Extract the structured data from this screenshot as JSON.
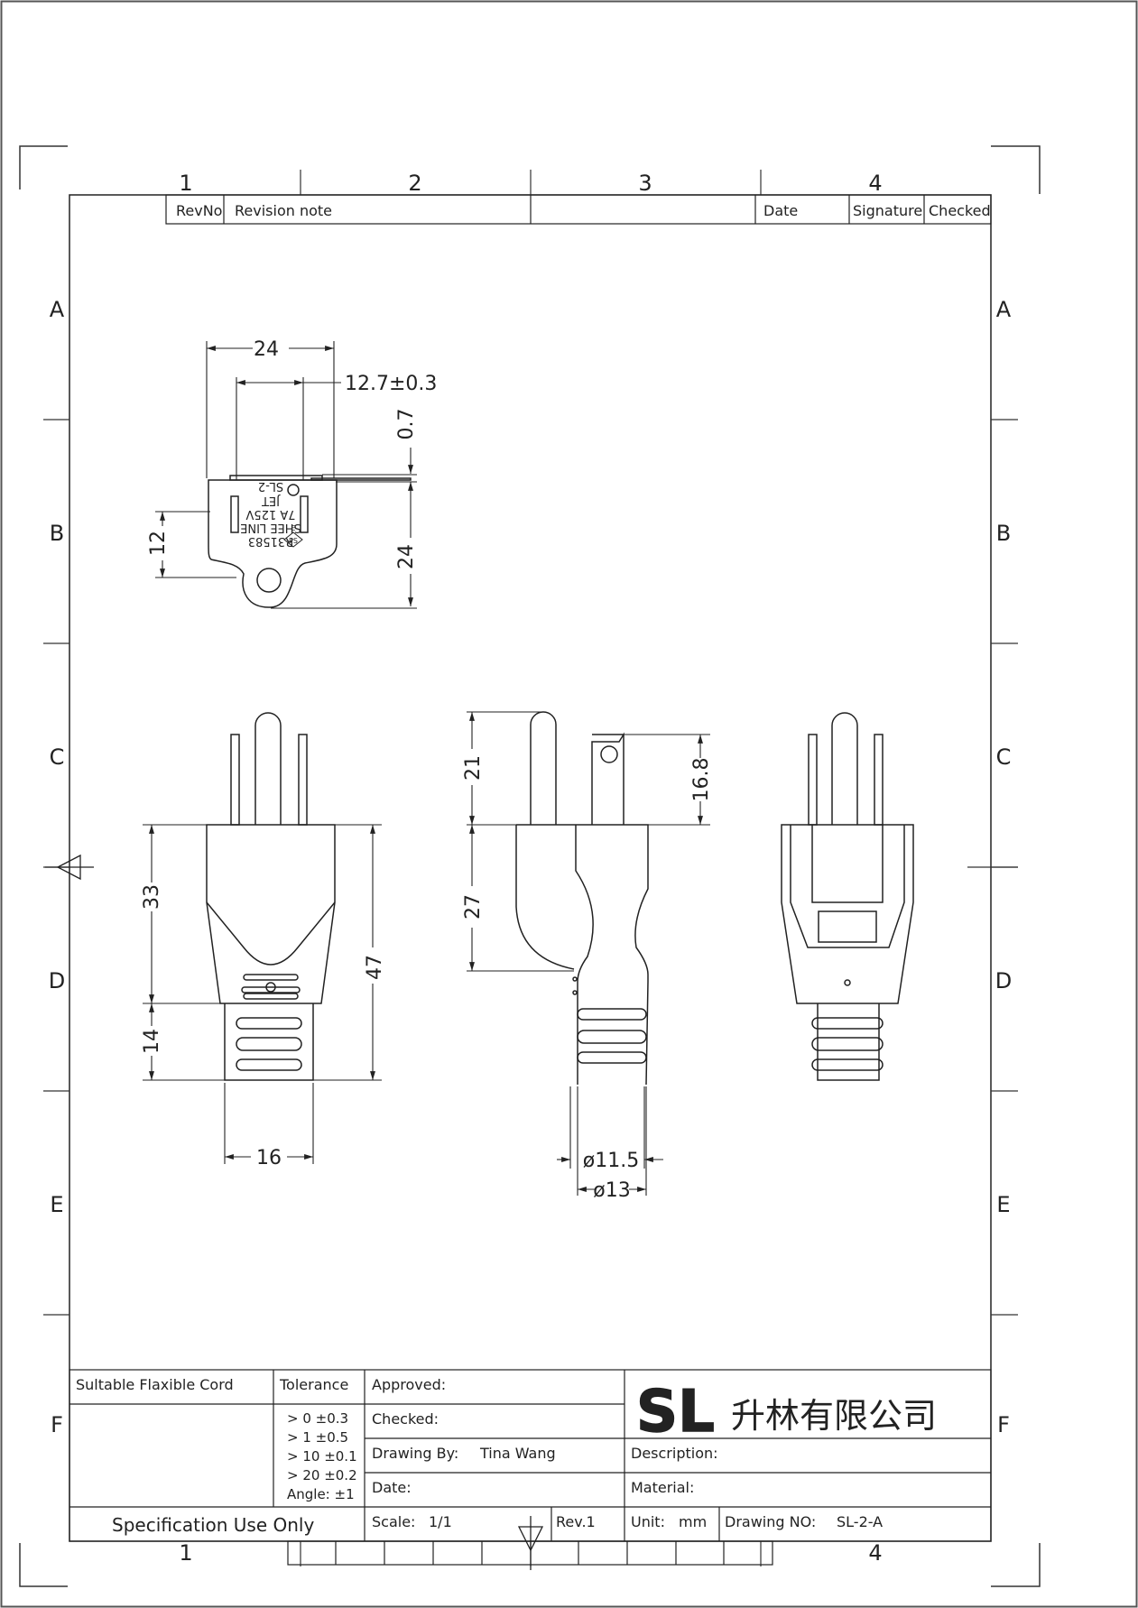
{
  "sheet": {
    "columns": [
      "1",
      "2",
      "3",
      "4"
    ],
    "rows": [
      "A",
      "B",
      "C",
      "D",
      "E",
      "F"
    ]
  },
  "revision_block": {
    "headers": [
      "RevNo",
      "Revision note",
      "Date",
      "Signature",
      "Checked"
    ]
  },
  "top_view": {
    "dims": {
      "width": "24",
      "pin_spacing": "12.7±0.3",
      "thickness": "0.7",
      "height": "24",
      "hole_offset": "12"
    },
    "emboss": [
      "R31583",
      "SHEE LINE",
      "7A 125V",
      "JET",
      "SL-2",
      "PS",
      "E"
    ]
  },
  "front_view": {
    "dims": {
      "body": "33",
      "overall": "47",
      "strain_relief": "14",
      "width": "16"
    }
  },
  "side_view": {
    "dims": {
      "blade": "21",
      "pin": "16.8",
      "body": "27",
      "cord_inner": "ø11.5",
      "cord_outer": "ø13"
    }
  },
  "title_block": {
    "cord_label": "Sultable Flaxible Cord",
    "tolerance_label": "Tolerance",
    "tolerances": [
      "> 0  ±0.3",
      "> 1  ±0.5",
      "> 10  ±0.1",
      "> 20  ±0.2",
      "Angle: ±1"
    ],
    "spec_note": "Specification Use Only",
    "approved_label": "Approved:",
    "checked_label": "Checked:",
    "drawn_by_label": "Drawing By:",
    "drawn_by_value": "Tina Wang",
    "date_label": "Date:",
    "scale_label": "Scale:",
    "scale_value": "1/1",
    "rev": "Rev.1",
    "logo": "SL",
    "company": "升林有限公司",
    "description_label": "Description:",
    "material_label": "Material:",
    "unit_label": "Unit:",
    "unit_value": "mm",
    "drawing_no_label": "Drawing NO:",
    "drawing_no_value": "SL-2-A"
  }
}
